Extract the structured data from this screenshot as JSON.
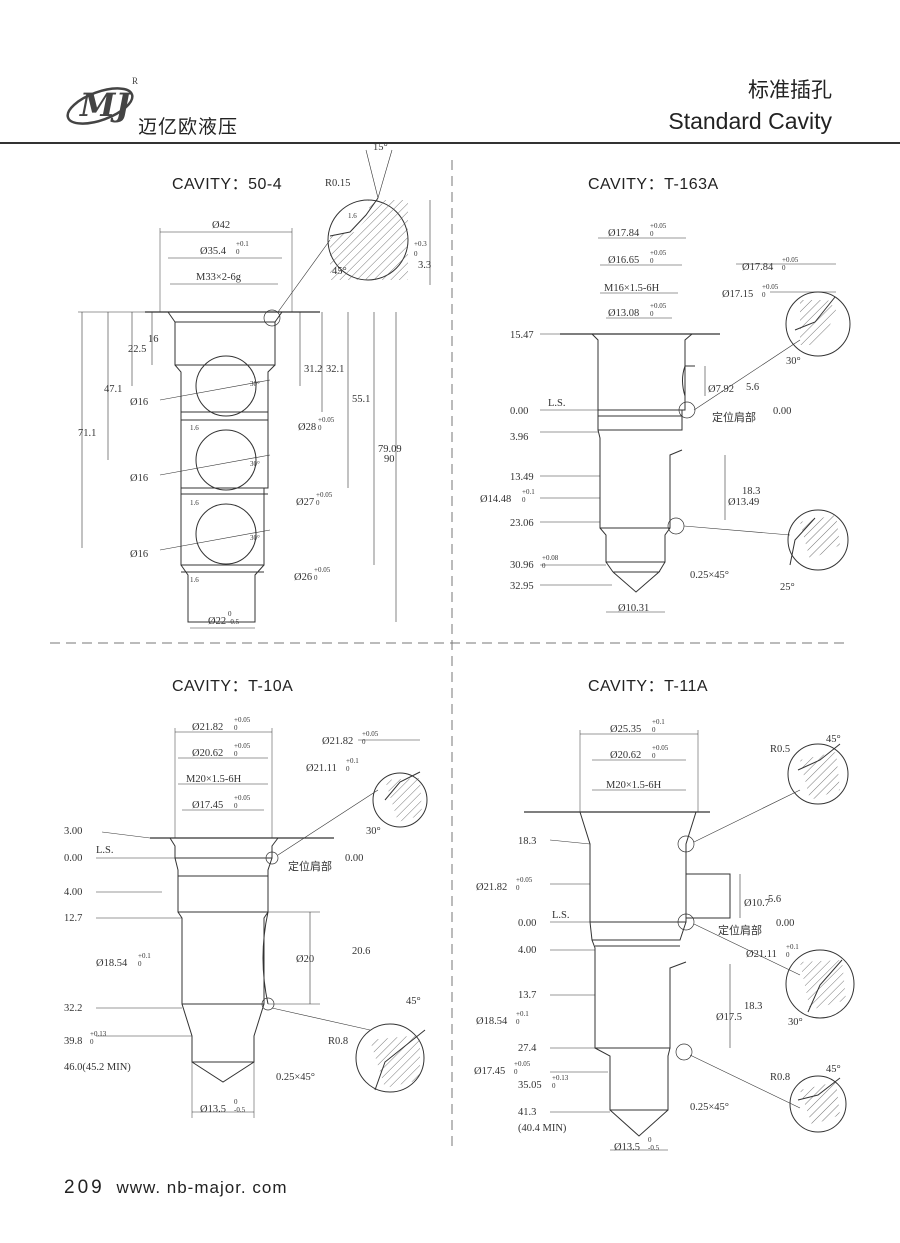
{
  "header": {
    "logo_letters": "MJ",
    "logo_mark": "R",
    "brand_cn": "迈亿欧液压",
    "title_cn": "标准插孔",
    "title_en": "Standard Cavity"
  },
  "footer": {
    "page": "209",
    "url": "www. nb-major. com"
  },
  "cavities": [
    {
      "title": "CAVITY：50-4",
      "labels": {
        "deg15": "15°",
        "r015": "R0.15",
        "deg45": "45°",
        "d33": "3.3",
        "d33tol": "+0.3",
        "d33tol2": "0",
        "d42": "Ø42",
        "d354": "Ø35.4",
        "d354t": "+0.1",
        "d354t2": "0",
        "m33": "M33×2-6g",
        "v225": "22.5",
        "v16": "16",
        "v471": "47.1",
        "v711": "71.1",
        "v312": "31.2",
        "v321": "32.1",
        "v551": "55.1",
        "v7909": "79.09",
        "v90": "90",
        "d16a": "Ø16",
        "d16b": "Ø16",
        "d16c": "Ø16",
        "d28": "Ø28",
        "d28t": "+0.05",
        "d28t2": "0",
        "d27": "Ø27",
        "d27t": "+0.05",
        "d27t2": "0",
        "d26": "Ø26",
        "d26t": "+0.05",
        "d26t2": "0",
        "d22": "Ø22",
        "d22t": "0",
        "d22t2": "-0.5",
        "r16a": "1.6",
        "r16b": "1.6",
        "r16c": "1.6",
        "r16d": "1.6",
        "a30a": "30°",
        "a30b": "30°",
        "a30c": "30°"
      }
    },
    {
      "title": "CAVITY：T-163A",
      "labels": {
        "d1784": "Ø17.84",
        "d1784t": "+0.05",
        "d1784t2": "0",
        "d1665": "Ø16.65",
        "d1665t": "+0.05",
        "d1665t2": "0",
        "m16": "M16×1.5-6H",
        "d1308": "Ø13.08",
        "d1308t": "+0.05",
        "d1308t2": "0",
        "v1547": "15.47",
        "ls": "L.S.",
        "v000": "0.00",
        "v396": "3.96",
        "v1349": "13.49",
        "d1448": "Ø14.48",
        "d1448t": "+0.1",
        "d1448t2": "0",
        "v2306": "23.06",
        "v3096": "30.96",
        "v3096t": "+0.08",
        "v3096t2": "0",
        "v3295": "32.95",
        "d1031": "Ø10.31",
        "d792": "Ø7.92",
        "v56": "5.6",
        "v000r": "0.00",
        "shoulder": "定位肩部",
        "d1349": "Ø13.49",
        "v183": "18.3",
        "cham": "0.25×45°",
        "dd1784": "Ø17.84",
        "dd1784t": "+0.05",
        "dd1784t2": "0",
        "dd1715": "Ø17.15",
        "dd1715t": "+0.05",
        "dd1715t2": "0",
        "a30": "30°",
        "a25": "25°"
      }
    },
    {
      "title": "CAVITY：T-10A",
      "labels": {
        "d2182": "Ø21.82",
        "d2182t": "+0.05",
        "d2182t2": "0",
        "d2062": "Ø20.62",
        "d2062t": "+0.05",
        "d2062t2": "0",
        "m20": "M20×1.5-6H",
        "d1745": "Ø17.45",
        "d1745t": "+0.05",
        "d1745t2": "0",
        "v300": "3.00",
        "v000": "0.00",
        "ls": "L.S.",
        "v400": "4.00",
        "v127": "12.7",
        "d1854": "Ø18.54",
        "d1854t": "+0.1",
        "d1854t2": "0",
        "v322": "32.2",
        "v398": "39.8",
        "v398t": "+0.13",
        "v398t2": "0",
        "v460": "46.0(45.2 MIN)",
        "d135": "Ø13.5",
        "d135t": "0",
        "d135t2": "-0.5",
        "d20": "Ø20",
        "v206": "20.6",
        "shoulder": "定位肩部",
        "v000r": "0.00",
        "cham": "0.25×45°",
        "dd2182": "Ø21.82",
        "dd2182t": "+0.05",
        "dd2182t2": "0",
        "dd2111": "Ø21.11",
        "dd2111t": "+0.1",
        "dd2111t2": "0",
        "a30": "30°",
        "a45": "45°",
        "r08": "R0.8"
      }
    },
    {
      "title": "CAVITY：T-11A",
      "labels": {
        "d2535": "Ø25.35",
        "d2535t": "+0.1",
        "d2535t2": "0",
        "d2062": "Ø20.62",
        "d2062t": "+0.05",
        "d2062t2": "0",
        "m20": "M20×1.5-6H",
        "v183": "18.3",
        "d2182": "Ø21.82",
        "d2182t": "+0.05",
        "d2182t2": "0",
        "ls": "L.S.",
        "v000": "0.00",
        "v400": "4.00",
        "v137": "13.7",
        "d1854": "Ø18.54",
        "d1854t": "+0.1",
        "d1854t2": "0",
        "v274": "27.4",
        "d1745": "Ø17.45",
        "d1745t": "+0.05",
        "d1745t2": "0",
        "v3505": "35.05",
        "v3505t": "+0.13",
        "v3505t2": "0",
        "v413": "41.3",
        "v404": "(40.4 MIN)",
        "d135": "Ø13.5",
        "d135t": "0",
        "d135t2": "-0.5",
        "d107": "Ø10.7",
        "v56": "5.6",
        "v000r": "0.00",
        "shoulder": "定位肩部",
        "dd2111": "Ø21.11",
        "dd2111t": "+0.1",
        "dd2111t2": "0",
        "d175": "Ø17.5",
        "v183b": "18.3",
        "cham": "0.25×45°",
        "r05": "R0.5",
        "a45a": "45°",
        "a30": "30°",
        "r08": "R0.8",
        "a45b": "45°"
      }
    }
  ]
}
